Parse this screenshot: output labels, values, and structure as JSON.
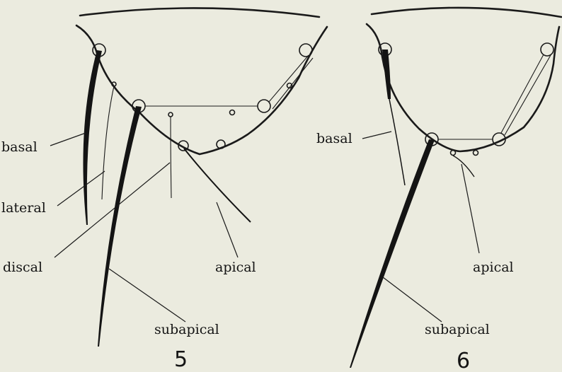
{
  "figures": [
    {
      "number": "5",
      "labels": {
        "basal": "basal",
        "lateral": "lateral",
        "discal": "discal",
        "apical": "apical",
        "subapical": "subapical"
      }
    },
    {
      "number": "6",
      "labels": {
        "basal": "basal",
        "apical": "apical",
        "subapical": "subapical"
      }
    }
  ],
  "colors": {
    "background": "#ebebdf",
    "ink": "#1a1a1a"
  }
}
